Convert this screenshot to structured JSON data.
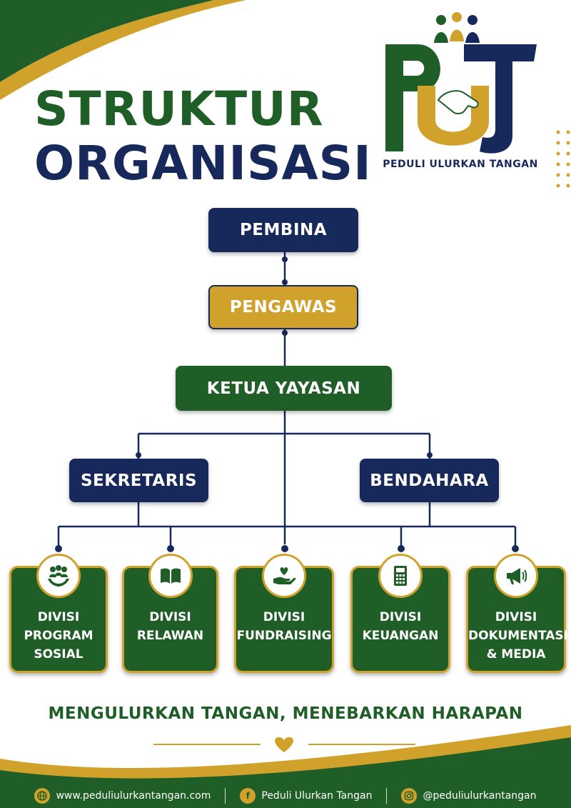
{
  "title": {
    "line1": "STRUKTUR",
    "line2": "ORGANISASI"
  },
  "logo": {
    "name": "PEDULI ULURKAN TANGAN"
  },
  "nodes": {
    "pembina": "PEMBINA",
    "pengawas": "PENGAWAS",
    "ketua": "KETUA YAYASAN",
    "sekretaris": "SEKRETARIS",
    "bendahara": "BENDAHARA"
  },
  "divisions": [
    {
      "label": "DIVISI\nPROGRAM\nSOSIAL",
      "icon": "people-hands-icon"
    },
    {
      "label": "DIVISI\nRELAWAN",
      "icon": "book-icon"
    },
    {
      "label": "DIVISI\nFUNDRAISING",
      "icon": "heart-hand-icon"
    },
    {
      "label": "DIVISI\nKEUANGAN",
      "icon": "calculator-icon"
    },
    {
      "label": "DIVISI\nDOKUMENTASI\n& MEDIA",
      "icon": "megaphone-icon"
    }
  ],
  "tagline": "MENGULURKAN TANGAN, MENEBARKAN HARAPAN",
  "footer": {
    "website": "www.peduliulurkantangan.com",
    "facebook": "Peduli Ulurkan Tangan",
    "instagram": "@peduliulurkantangan"
  },
  "colors": {
    "green": "#1f5e27",
    "navy": "#17285a",
    "gold": "#d1a22b"
  }
}
